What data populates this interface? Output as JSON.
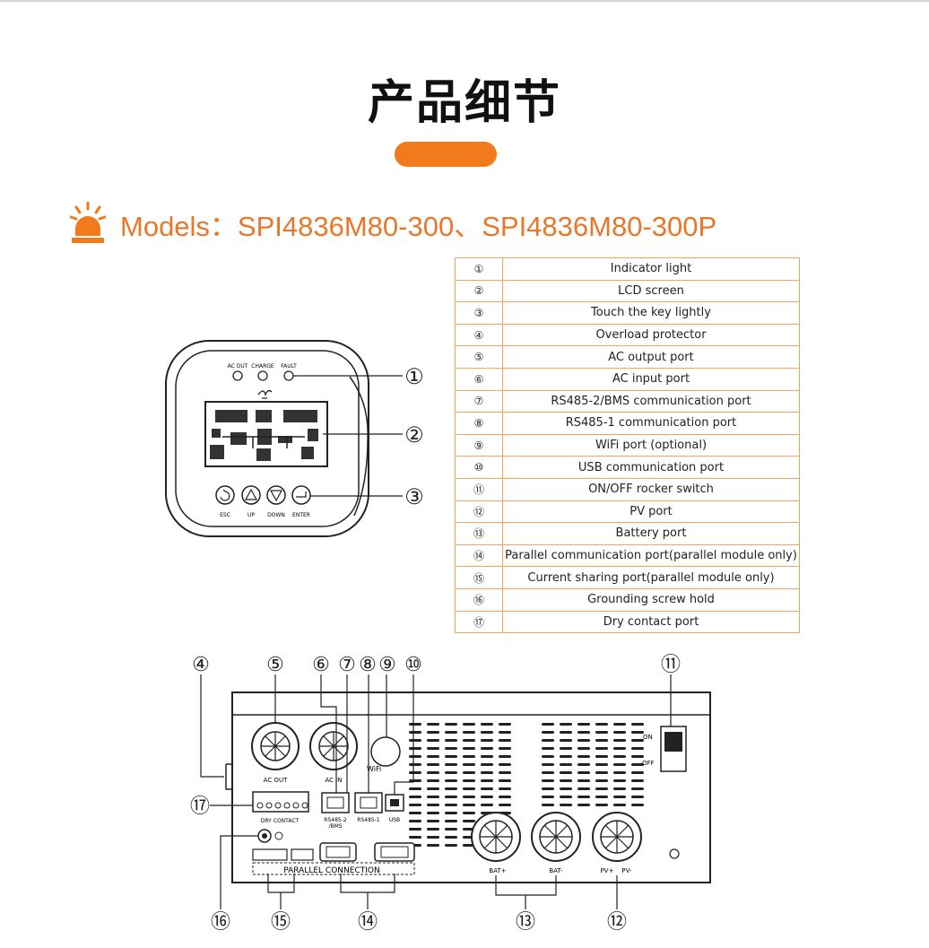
{
  "page": {
    "title": "产品细节",
    "models_text": "Models：SPI4836M80-300、SPI4836M80-300P"
  },
  "colors": {
    "accent": "#f07a1c",
    "table_border": "#f0a565",
    "text": "#222222"
  },
  "table": {
    "rows": [
      {
        "num": "①",
        "label": "Indicator light"
      },
      {
        "num": "②",
        "label": "LCD screen"
      },
      {
        "num": "③",
        "label": "Touch the key lightly"
      },
      {
        "num": "④",
        "label": "Overload protector"
      },
      {
        "num": "⑤",
        "label": "AC output port"
      },
      {
        "num": "⑥",
        "label": "AC input port"
      },
      {
        "num": "⑦",
        "label": "RS485-2/BMS communication port"
      },
      {
        "num": "⑧",
        "label": "RS485-1 communication port"
      },
      {
        "num": "⑨",
        "label": "WiFi port (optional)"
      },
      {
        "num": "⑩",
        "label": "USB communication port"
      },
      {
        "num": "⑪",
        "label": "ON/OFF rocker switch"
      },
      {
        "num": "⑫",
        "label": "PV port"
      },
      {
        "num": "⑬",
        "label": "Battery port"
      },
      {
        "num": "⑭",
        "label": "Parallel communication port(parallel module only)"
      },
      {
        "num": "⑮",
        "label": "Current sharing port(parallel module only)"
      },
      {
        "num": "⑯",
        "label": "Grounding screw hold"
      },
      {
        "num": "⑰",
        "label": "Dry contact port"
      }
    ]
  },
  "front_panel": {
    "indicators": [
      "AC OUT",
      "CHARGE",
      "FAULT"
    ],
    "buttons": [
      "ESC",
      "UP",
      "DOWN",
      "ENTER"
    ],
    "callouts": [
      "①",
      "②",
      "③"
    ]
  },
  "rear_panel": {
    "labels": {
      "ac_out": "AC OUT",
      "ac_in": "AC IN",
      "wifi": "WiFi",
      "rs485_2": "RS485-2",
      "rs485_2_sub": "/BMS",
      "rs485_1": "RS485-1",
      "usb": "USB",
      "dry_contact": "DRY CONTACT",
      "parallel": "PARALLEL CONNECTION",
      "on": "ON",
      "off": "OFF",
      "bat_plus": "BAT+",
      "bat_minus": "BAT-",
      "pv_plus": "PV+",
      "pv_minus": "PV-"
    },
    "callouts": {
      "c4": "④",
      "c5": "⑤",
      "c6": "⑥",
      "c7": "⑦",
      "c8": "⑧",
      "c9": "⑨",
      "c10": "⑩",
      "c11": "⑪",
      "c12": "⑫",
      "c13": "⑬",
      "c14": "⑭",
      "c15": "⑮",
      "c16": "⑯",
      "c17": "⑰"
    }
  }
}
